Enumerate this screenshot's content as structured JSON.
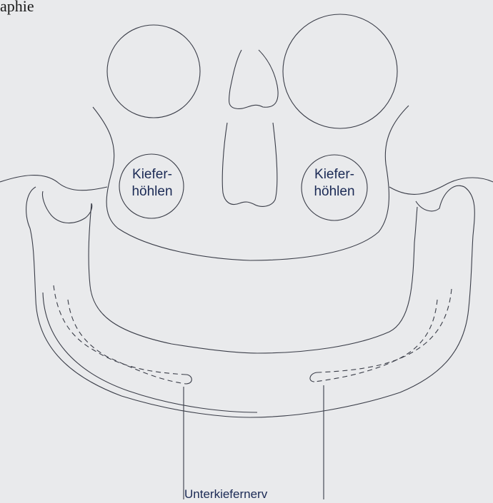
{
  "header_fragment": "aphie",
  "labels": {
    "sinus_left_line1": "Kiefer-",
    "sinus_left_line2": "höhlen",
    "sinus_right_line1": "Kiefer-",
    "sinus_right_line2": "höhlen",
    "nerve": "Unterkiefernerv"
  },
  "colors": {
    "background": "#e9eaec",
    "line": "#3a3d48",
    "label_text": "#1b2a55"
  }
}
